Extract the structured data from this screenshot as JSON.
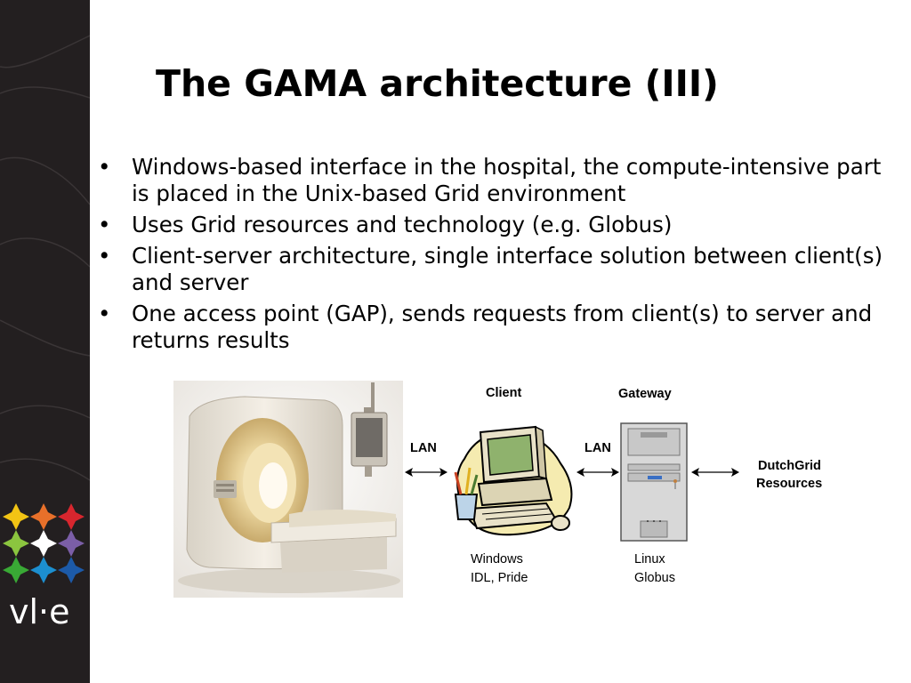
{
  "slide": {
    "title": "The GAMA architecture (III)",
    "bullets": [
      "Windows-based interface in the hospital, the compute-intensive part is placed in the Unix-based Grid environment",
      "Uses Grid resources and technology (e.g. Globus)",
      "Client-server architecture, single interface solution between client(s) and server",
      "One access point (GAP), sends requests from client(s) to server and returns results"
    ],
    "bullet_glyph": "•"
  },
  "brand": {
    "logo_text": "vl·e",
    "sidebar_color": "#231f20",
    "logo_colors": [
      "#f2c414",
      "#e8702a",
      "#d8262e",
      "#8bc53f",
      "#ffffff",
      "#7b5ea7",
      "#39a935",
      "#1c8fd0",
      "#1c5aa8"
    ]
  },
  "diagram": {
    "client_title": "Client",
    "gateway_title": "Gateway",
    "lan_left": "LAN",
    "lan_right": "LAN",
    "resources_line1": "DutchGrid",
    "resources_line2": "Resources",
    "client_caption_line1": "Windows",
    "client_caption_line2": "IDL, Pride",
    "gateway_caption_line1": "Linux",
    "gateway_caption_line2": "Globus"
  }
}
